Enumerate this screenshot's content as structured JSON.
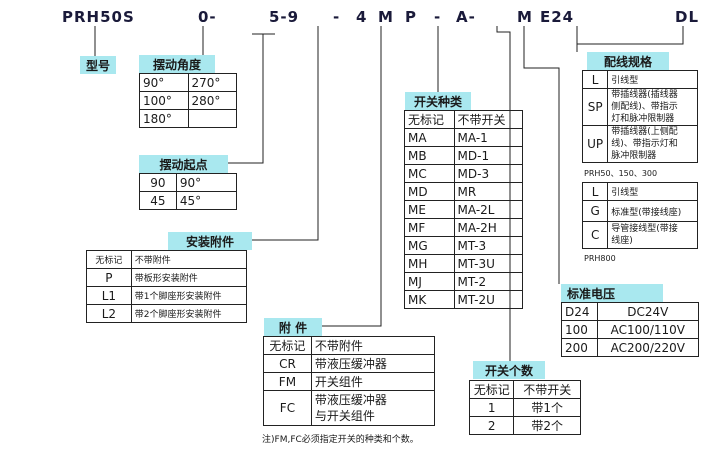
{
  "header": {
    "model": "PRH50S",
    "angle": "0-",
    "start": "5-9",
    "dash1": "-",
    "mount": "4",
    "switch_type": "M",
    "accessory": "P",
    "dash2": "-",
    "count": "A-",
    "voltage": "M",
    "wiring": "E24",
    "tail": "DL"
  },
  "model_label": "型号",
  "angle": {
    "label": "摆动角度",
    "rows": [
      [
        "90°",
        "270°"
      ],
      [
        "100°",
        "280°"
      ],
      [
        "180°",
        ""
      ]
    ]
  },
  "start": {
    "label": "摆动起点",
    "rows": [
      [
        "90",
        "90°"
      ],
      [
        "45",
        "45°"
      ]
    ]
  },
  "mount": {
    "label": "安装附件",
    "rows": [
      [
        "无标记",
        "不带附件"
      ],
      [
        "P",
        "带板形安装附件"
      ],
      [
        "L1",
        "带1个脚座形安装附件"
      ],
      [
        "L2",
        "带2个脚座形安装附件"
      ]
    ]
  },
  "accessory": {
    "label": "附 件",
    "rows": [
      [
        "无标记",
        "不带附件"
      ],
      [
        "CR",
        "带液压缓冲器"
      ],
      [
        "FM",
        "开关组件"
      ],
      [
        "FC",
        "带液压缓冲器\n与开关组件"
      ]
    ],
    "note": "注)FM,FC必须指定开关的种类和个数。"
  },
  "switch_type": {
    "label": "开关种类",
    "rows": [
      [
        "无标记",
        "不带开关"
      ],
      [
        "MA",
        "MA-1"
      ],
      [
        "MB",
        "MD-1"
      ],
      [
        "MC",
        "MD-3"
      ],
      [
        "MD",
        "MR"
      ],
      [
        "ME",
        "MA-2L"
      ],
      [
        "MF",
        "MA-2H"
      ],
      [
        "MG",
        "MT-3"
      ],
      [
        "MH",
        "MT-3U"
      ],
      [
        "MJ",
        "MT-2"
      ],
      [
        "MK",
        "MT-2U"
      ]
    ]
  },
  "switch_count": {
    "label": "开关个数",
    "rows": [
      [
        "无标记",
        "不带开关"
      ],
      [
        "1",
        "带1个"
      ],
      [
        "2",
        "带2个"
      ]
    ]
  },
  "voltage": {
    "label": "标准电压",
    "rows": [
      [
        "D24",
        "DC24V"
      ],
      [
        "100",
        "AC100/110V"
      ],
      [
        "200",
        "AC200/220V"
      ]
    ]
  },
  "wiring": {
    "label": "配线规格",
    "rows_a": [
      [
        "L",
        "引线型"
      ],
      [
        "SP",
        "带插线器(插线器\n侧配线)、带指示\n灯和脉冲限制器"
      ],
      [
        "UP",
        "带插线器(上侧配\n线)、带指示灯和\n脉冲限制器"
      ]
    ],
    "caption_a": "PRH50、150、300",
    "rows_b": [
      [
        "L",
        "引线型"
      ],
      [
        "G",
        "标准型(带接线座)"
      ],
      [
        "C",
        "导管接线型(带接\n线座)"
      ]
    ],
    "caption_b": "PRH800"
  },
  "colors": {
    "label_bg": "#a9e8ef",
    "line": "#222222"
  }
}
